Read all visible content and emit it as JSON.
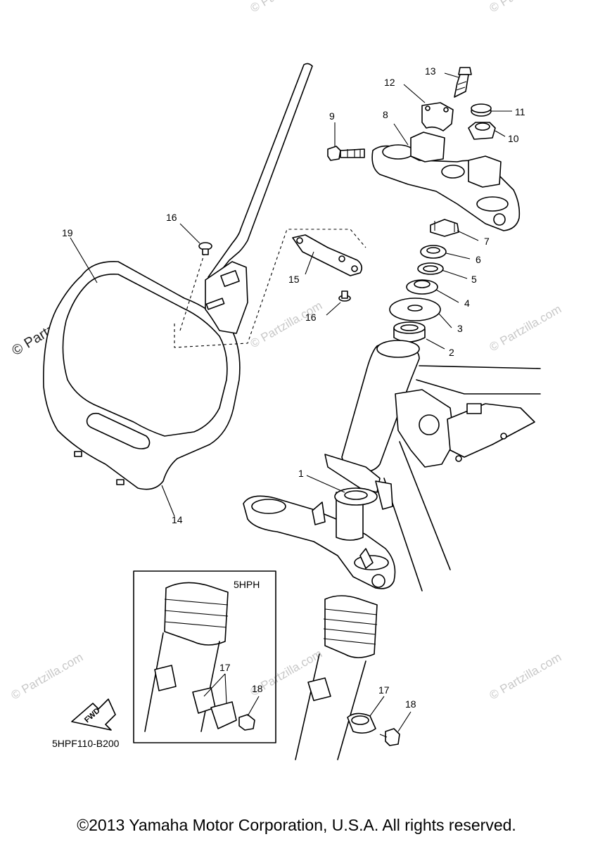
{
  "diagram": {
    "callouts": [
      "1",
      "2",
      "3",
      "4",
      "5",
      "6",
      "7",
      "8",
      "9",
      "10",
      "11",
      "12",
      "13",
      "14",
      "15",
      "16",
      "16",
      "17",
      "17",
      "18",
      "18",
      "19"
    ],
    "inset_label": "5HPH",
    "fwd_label": "FWD",
    "diagram_code": "5HPF110-B200"
  },
  "watermark": {
    "text": "© Partzilla.com",
    "main_text": "© Partzilla.com"
  },
  "footer": {
    "copyright": "©2013 Yamaha Motor Corporation, U.S.A. All rights reserved."
  }
}
